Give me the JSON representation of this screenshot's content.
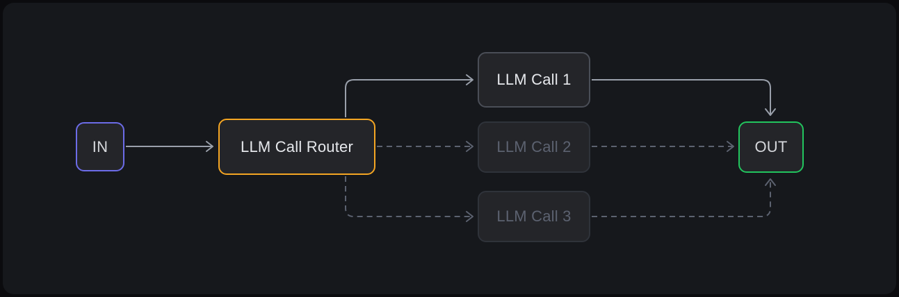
{
  "canvas": {
    "background": "#16181c",
    "page_background": "#0b0b0e",
    "title": "LLM Call Router workflow diagram"
  },
  "palette": {
    "node_fill": "#242529",
    "in_border": "#6c6ce8",
    "router_border": "#f5a623",
    "active_border": "#4a4e57",
    "inactive_border": "#2f333a",
    "out_border": "#22c55e",
    "active_edge": "#9aa0ab",
    "inactive_edge": "#5c6270",
    "active_text": "#e6e8ec",
    "inactive_text": "#5c6270"
  },
  "nodes": {
    "input": {
      "label": "IN",
      "state": "active",
      "accent": "#6c6ce8"
    },
    "router": {
      "label": "LLM Call Router",
      "state": "active",
      "accent": "#f5a623"
    },
    "call1": {
      "label": "LLM Call 1",
      "state": "active",
      "accent": "#4a4e57"
    },
    "call2": {
      "label": "LLM Call 2",
      "state": "inactive",
      "accent": "#2f333a"
    },
    "call3": {
      "label": "LLM Call 3",
      "state": "inactive",
      "accent": "#2f333a"
    },
    "output": {
      "label": "OUT",
      "state": "active",
      "accent": "#22c55e"
    }
  },
  "edges": [
    {
      "id": "in-to-router",
      "from": "IN",
      "to": "LLM Call Router",
      "style": "solid",
      "state": "active"
    },
    {
      "id": "router-to-call1",
      "from": "LLM Call Router",
      "to": "LLM Call 1",
      "style": "solid",
      "state": "active"
    },
    {
      "id": "router-to-call2",
      "from": "LLM Call Router",
      "to": "LLM Call 2",
      "style": "dashed",
      "state": "inactive"
    },
    {
      "id": "router-to-call3",
      "from": "LLM Call Router",
      "to": "LLM Call 3",
      "style": "dashed",
      "state": "inactive"
    },
    {
      "id": "call1-to-out",
      "from": "LLM Call 1",
      "to": "OUT",
      "style": "solid",
      "state": "active"
    },
    {
      "id": "call2-to-out",
      "from": "LLM Call 2",
      "to": "OUT",
      "style": "dashed",
      "state": "inactive"
    },
    {
      "id": "call3-to-out",
      "from": "LLM Call 3",
      "to": "OUT",
      "style": "dashed",
      "state": "inactive"
    }
  ]
}
